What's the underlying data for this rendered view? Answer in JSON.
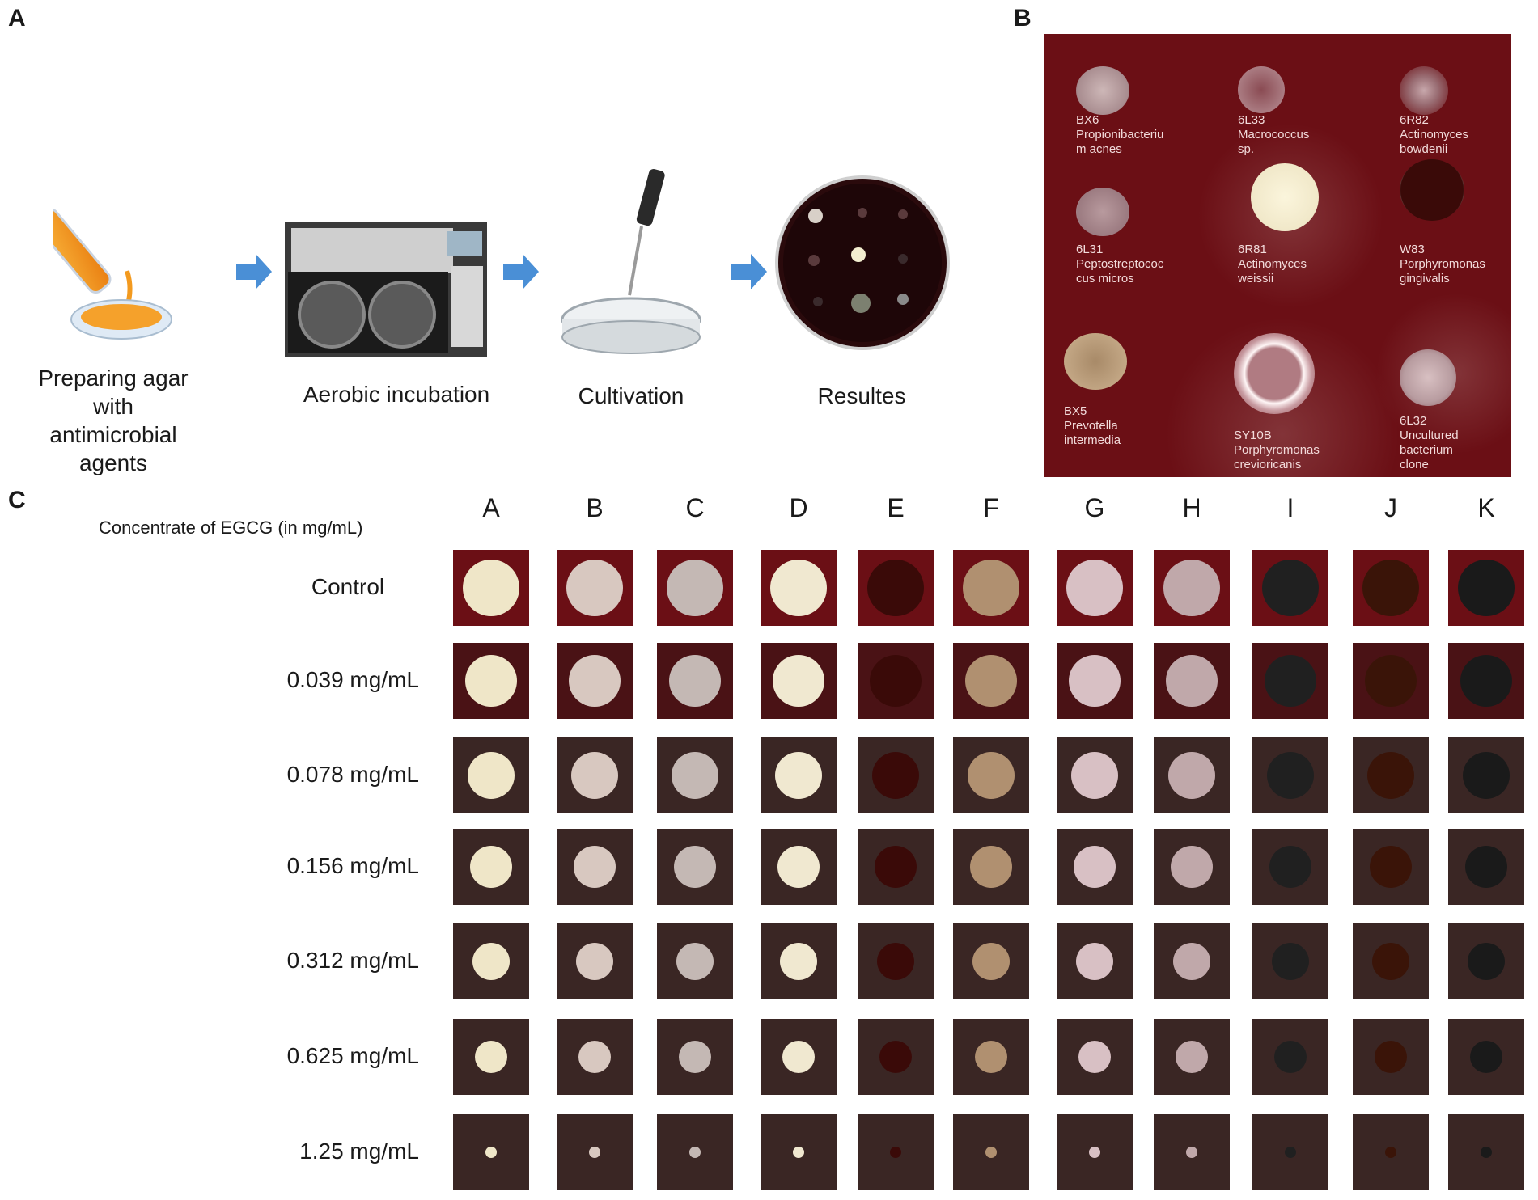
{
  "panel_letters": {
    "a": "A",
    "b": "B",
    "c": "C"
  },
  "panel_a": {
    "steps": [
      {
        "label_line1": "Preparing agar with",
        "label_line2": "antimicrobial agents",
        "icon": "petri-dish-pouring-icon"
      },
      {
        "label_line1": "Aerobic incubation",
        "label_line2": "",
        "icon": "incubator-icon"
      },
      {
        "label_line1": "Cultivation",
        "label_line2": "",
        "icon": "pipette-dish-icon"
      },
      {
        "label_line1": "Resultes",
        "label_line2": "",
        "icon": "result-plate-icon"
      }
    ],
    "arrow_color": "#4a8fd6"
  },
  "panel_b": {
    "background_color": "#6b0f15",
    "isolates": [
      {
        "code": "BX6",
        "name_line1": "Propionibacteriu",
        "name_line2": "m acnes"
      },
      {
        "code": "6L33",
        "name_line1": "Macrococcus sp.",
        "name_line2": ""
      },
      {
        "code": "6R82",
        "name_line1": "Actinomyces",
        "name_line2": "bowdenii"
      },
      {
        "code": "6L31",
        "name_line1": "Peptostreptococ",
        "name_line2": "cus micros"
      },
      {
        "code": "6R81",
        "name_line1": "Actinomyces",
        "name_line2": "weissii"
      },
      {
        "code": "W83",
        "name_line1": "Porphyromonas",
        "name_line2": "gingivalis"
      },
      {
        "code": "BX5",
        "name_line1": "Prevotella",
        "name_line2": "intermedia"
      },
      {
        "code": "SY10B",
        "name_line1": "Porphyromonas",
        "name_line2": "crevioricanis"
      },
      {
        "code": "6L32",
        "name_line1": "Uncultured",
        "name_line2": "bacterium clone"
      }
    ]
  },
  "panel_c": {
    "title": "Concentrate of EGCG (in mg/mL)",
    "columns": [
      "A",
      "B",
      "C",
      "D",
      "E",
      "F",
      "G",
      "H",
      "I",
      "J",
      "K"
    ],
    "rows": [
      "Control",
      "0.039 mg/mL",
      "0.078 mg/mL",
      "0.156 mg/mL",
      "0.312 mg/mL",
      "0.625 mg/mL",
      "1.25 mg/mL"
    ]
  }
}
